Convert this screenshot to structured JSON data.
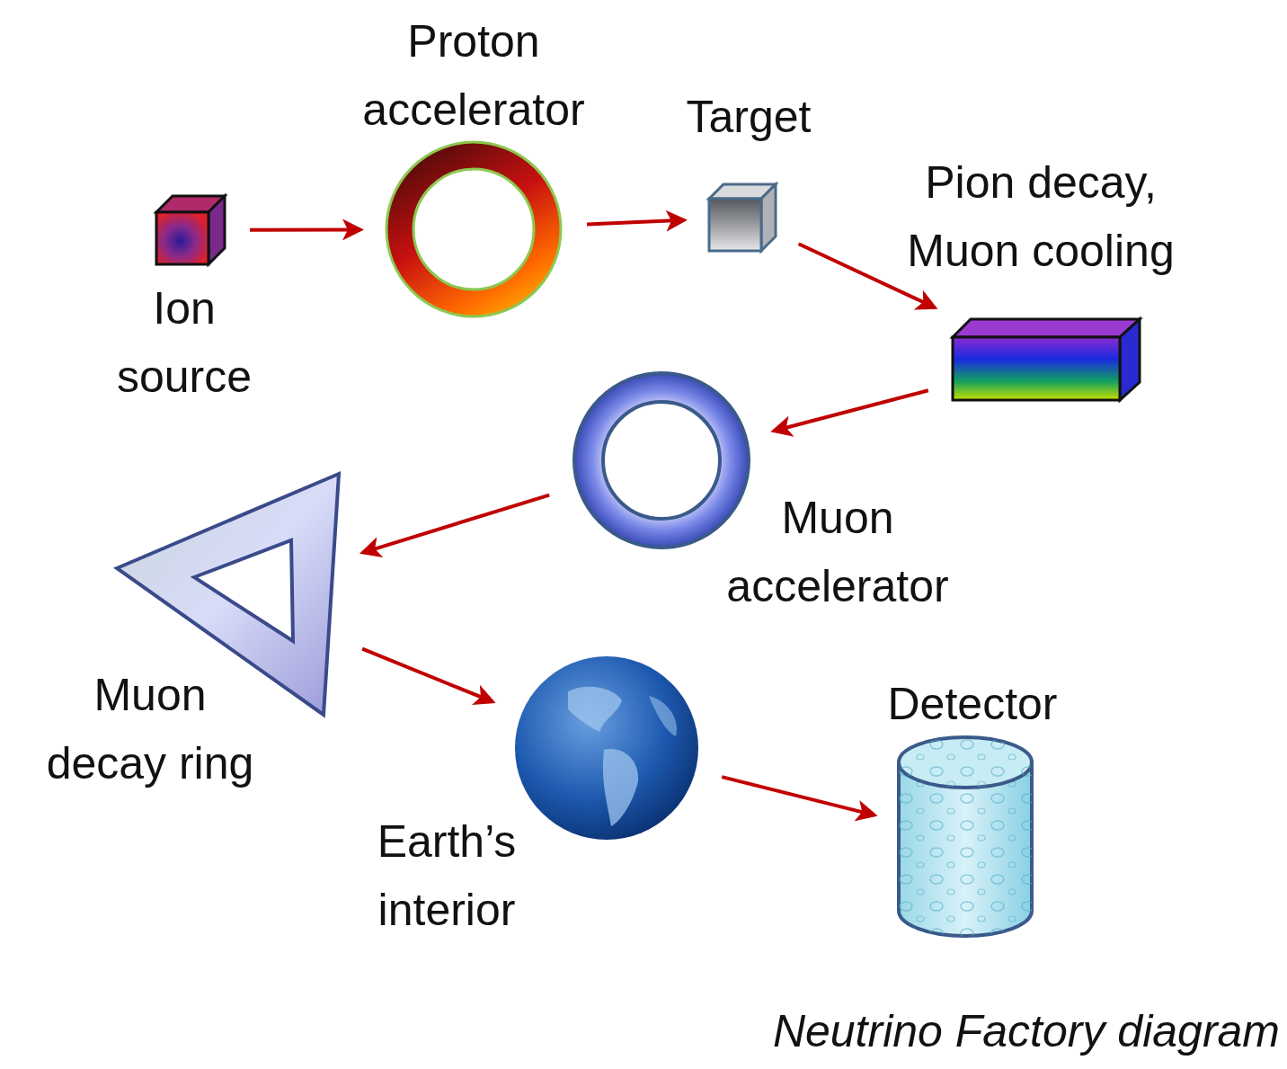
{
  "diagram": {
    "caption": "Neutrino Factory diagram",
    "nodes": [
      {
        "text": [
          "Ion source"
        ]
      },
      {
        "text": [
          "Proton accelerator"
        ]
      },
      {
        "text": [
          "Target"
        ]
      },
      {
        "text": [
          "Pion decay, Muon cooling"
        ]
      },
      {
        "text": [
          "Muon accelerator"
        ]
      },
      {
        "text": [
          "Muon decay ring"
        ]
      },
      {
        "text": [
          "Earth’s interior"
        ]
      },
      {
        "text": [
          "Detector"
        ]
      }
    ],
    "edges": [
      {
        "from": 0,
        "to": 1,
        "arrow": "to"
      },
      {
        "from": 1,
        "to": 2,
        "arrow": "to"
      },
      {
        "from": 2,
        "to": 3,
        "arrow": "to"
      },
      {
        "from": 3,
        "to": 4,
        "arrow": "to"
      },
      {
        "from": 4,
        "to": 5,
        "arrow": "to"
      },
      {
        "from": 5,
        "to": 6,
        "arrow": "to"
      },
      {
        "from": 6,
        "to": 7,
        "arrow": "to"
      }
    ]
  }
}
